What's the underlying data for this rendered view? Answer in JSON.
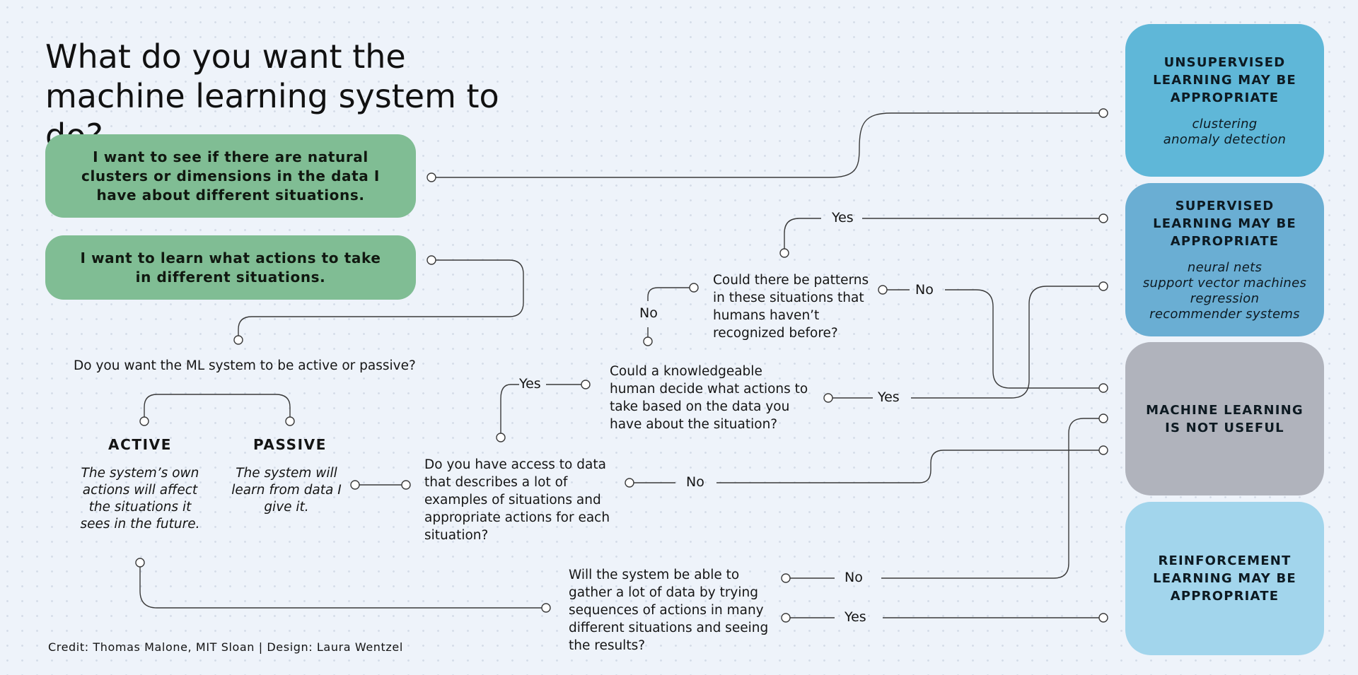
{
  "title": "What do you want the machine learning system to do?",
  "choices": {
    "clusters": "I want to see if there are natural clusters or dimensions in the data I have about different situations.",
    "actions": "I want to learn what actions to take in different situations."
  },
  "questions": {
    "active_passive": "Do you want the ML system to be active or passive?",
    "access_data": "Do you have access to data that describes a lot of examples of situations and appropriate actions for each situation?",
    "human_decide": "Could a knowledgeable human decide what actions to take based on the data you have about the situation?",
    "patterns": "Could there be patterns in these situations that humans haven’t recognized before?",
    "gather_data": "Will the system be able to gather a lot of data by trying sequences of actions in many different situations and seeing the results?"
  },
  "modes": {
    "active": {
      "label": "ACTIVE",
      "description": "The system’s own actions will affect the situations it sees in the future."
    },
    "passive": {
      "label": "PASSIVE",
      "description": "The system will learn from data I give it."
    }
  },
  "answers": {
    "yes": "Yes",
    "no": "No"
  },
  "outcomes": {
    "unsupervised": {
      "title": "UNSUPERVISED LEARNING MAY BE APPROPRIATE",
      "examples": [
        "clustering",
        "anomaly detection"
      ],
      "color": "#5fb7d8"
    },
    "supervised": {
      "title": "SUPERVISED LEARNING MAY BE APPROPRIATE",
      "examples": [
        "neural nets",
        "support vector machines",
        "regression",
        "recommender systems"
      ],
      "color": "#6aaed3"
    },
    "not_useful": {
      "title": "MACHINE LEARNING IS NOT USEFUL",
      "examples": [],
      "color": "#b0b3bc"
    },
    "reinforcement": {
      "title": "REINFORCEMENT LEARNING MAY BE APPROPRIATE",
      "examples": [],
      "color": "#a2d5ec"
    }
  },
  "credit": "Credit: Thomas Malone, MIT Sloan | Design: Laura Wentzel",
  "colors": {
    "choice_box": "#80bd94",
    "wire": "#3a3a3a",
    "background": "#eef3fa"
  }
}
